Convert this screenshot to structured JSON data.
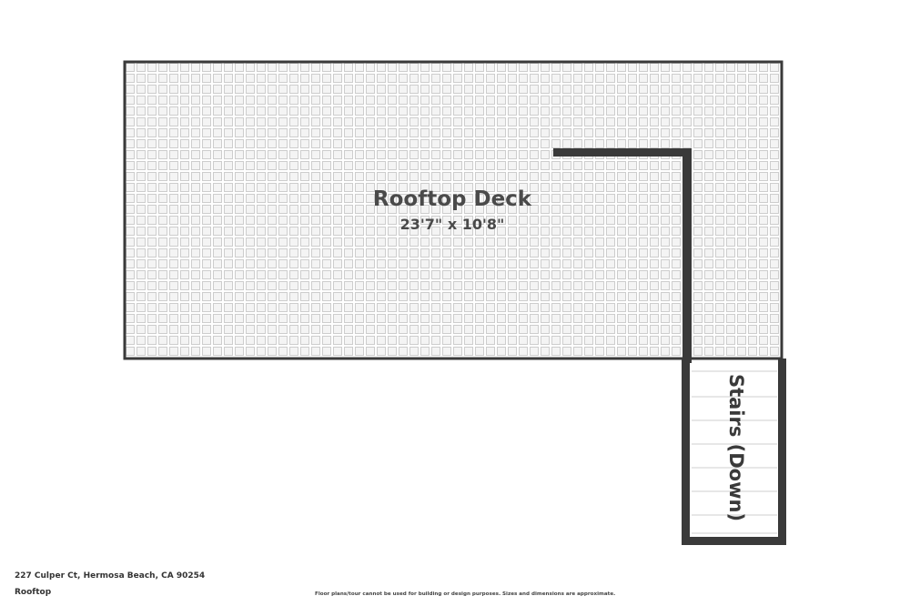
{
  "rooms": {
    "deck": {
      "name": "Rooftop Deck",
      "dimensions": "23'7\" x 10'8\""
    },
    "stairs": {
      "name": "Stairs (Down)"
    }
  },
  "footer": {
    "address": "227 Culper Ct, Hermosa Beach, CA 90254",
    "level": "Rooftop",
    "disclaimer": "Floor plans/tour cannot be used for building or design purposes. Sizes and dimensions are approximate."
  },
  "colors": {
    "wall": "#3a3a3a",
    "tile_stroke": "#d2d2d2",
    "tile_fill": "#f7f7f7",
    "stair_line": "#cfcfcf"
  }
}
